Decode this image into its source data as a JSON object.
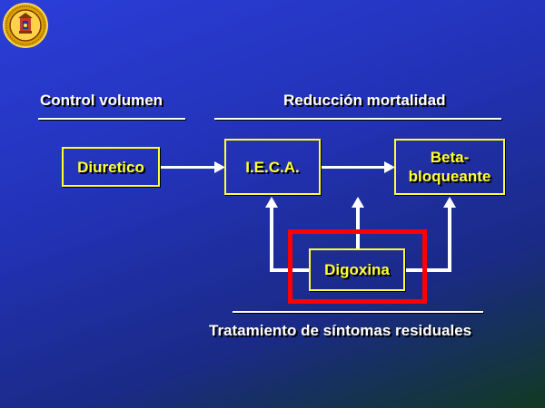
{
  "headings": {
    "control_volumen": "Control volumen",
    "reduccion_mortalidad": "Reducción mortalidad",
    "tratamiento": "Tratamiento de síntomas residuales"
  },
  "boxes": {
    "diuretico": "Diuretico",
    "ieca": "I.E.C.A.",
    "beta_line1": "Beta-",
    "beta_line2": "bloqueante",
    "digoxina": "Digoxina"
  },
  "colors": {
    "box_text": "#ffff33",
    "box_border": "#ffff33",
    "highlight_frame": "#ff0000",
    "arrows": "#ffffff"
  }
}
